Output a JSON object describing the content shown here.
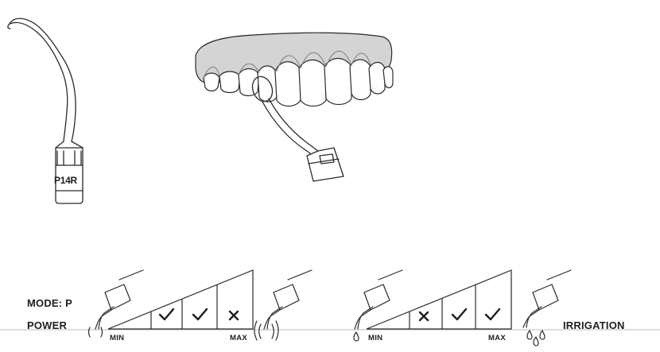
{
  "tip": {
    "model": "P14R"
  },
  "settings": {
    "mode_label": "MODE: P",
    "power_label": "POWER",
    "irrigation_label": "IRRIGATION",
    "power_scale": {
      "min_label": "MIN",
      "max_label": "MAX",
      "levels": [
        "check",
        "check",
        "cross"
      ]
    },
    "irrigation_scale": {
      "min_label": "MIN",
      "max_label": "MAX",
      "levels": [
        "cross",
        "check",
        "check"
      ]
    }
  },
  "colors": {
    "line": "#2a2a2a",
    "gum": "#d4d4d4",
    "mark": "#1e1e1e"
  }
}
